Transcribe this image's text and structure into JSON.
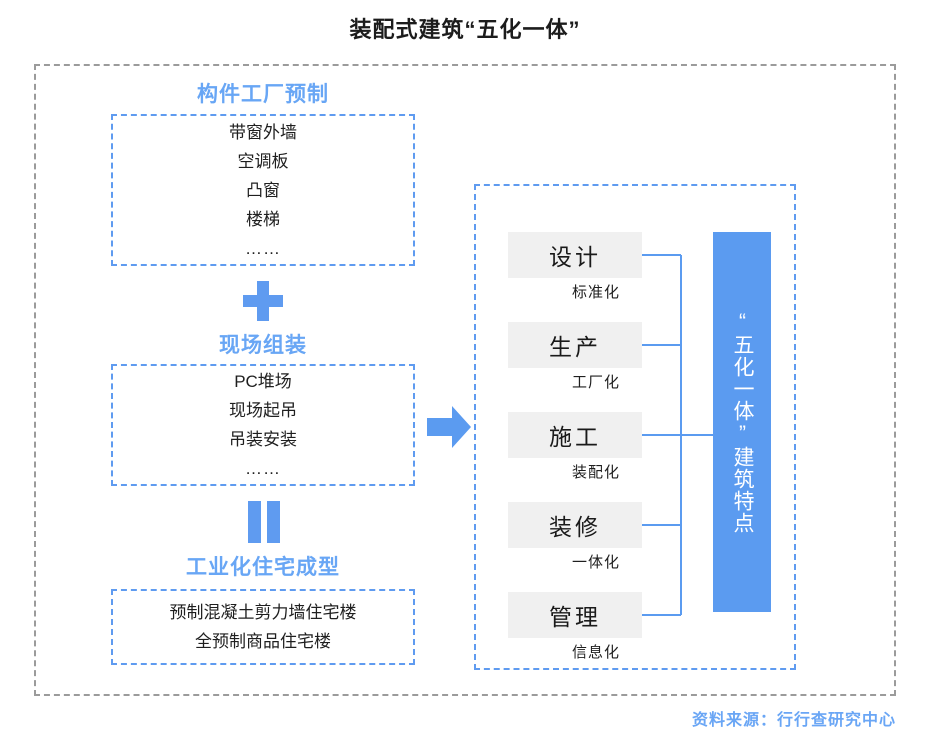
{
  "title": "装配式建筑“五化一体”",
  "colors": {
    "accent_blue": "#5f9bf0",
    "heading_blue": "#68a6f5",
    "outer_frame_gray": "#9b9b9b",
    "pillar_box_gray": "#f0f0f0",
    "feature_box_blue": "#5b9bf0",
    "text_dark": "#1a1a1a"
  },
  "left_column": {
    "stages": [
      {
        "heading": "构件工厂预制",
        "items": [
          "带窗外墙",
          "空调板",
          "凸窗",
          "楼梯"
        ],
        "ellipsis": "……"
      },
      {
        "heading": "现场组装",
        "items": [
          "PC堆场",
          "现场起吊",
          "吊装安装"
        ],
        "ellipsis": "……"
      },
      {
        "heading": "工业化住宅成型",
        "items": [
          "预制混凝土剪力墙住宅楼",
          "全预制商品住宅楼"
        ],
        "ellipsis": ""
      }
    ],
    "operators": [
      {
        "name": "plus",
        "symbol": "+"
      },
      {
        "name": "equals",
        "symbol": "="
      }
    ]
  },
  "flow_arrow": {
    "direction": "right"
  },
  "right_panel": {
    "pillars": [
      {
        "label": "设计",
        "tag": "标准化"
      },
      {
        "label": "生产",
        "tag": "工厂化"
      },
      {
        "label": "施工",
        "tag": "装配化"
      },
      {
        "label": "装修",
        "tag": "一体化"
      },
      {
        "label": "管理",
        "tag": "信息化"
      }
    ],
    "feature_box": "“五化一体”建筑特点"
  },
  "source_note": "资料来源：行行查研究中心"
}
